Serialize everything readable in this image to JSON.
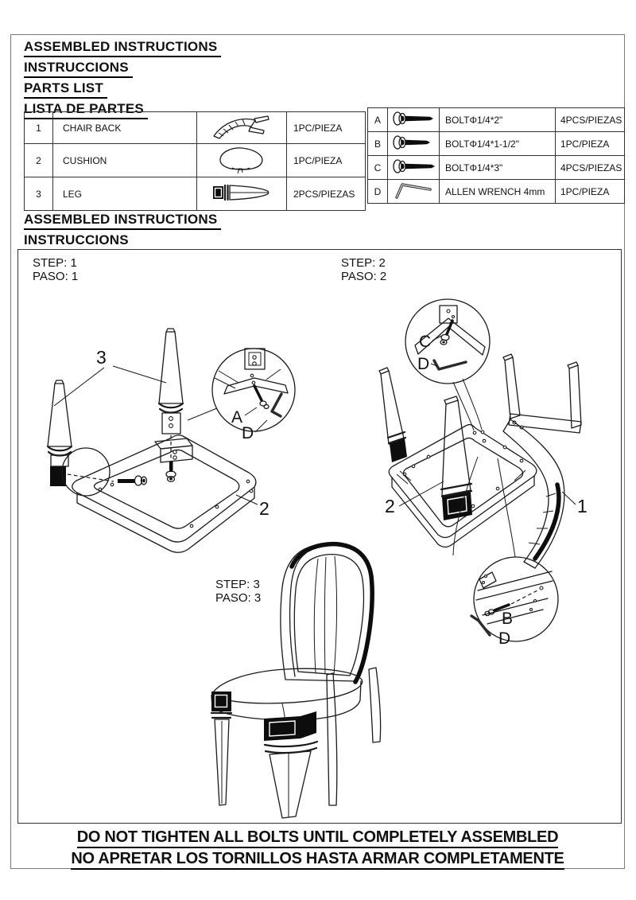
{
  "header": {
    "title_en": "ASSEMBLED INSTRUCTIONS",
    "title_es": "INSTRUCCIONS",
    "parts_list_en": "PARTS LIST",
    "parts_list_es": "LISTA DE PARTES"
  },
  "parts_table": {
    "rows": [
      {
        "num": "1",
        "name": "CHAIR BACK",
        "icon": "chair-back-icon",
        "qty": "1PC/PIEZA"
      },
      {
        "num": "2",
        "name": "CUSHION",
        "icon": "cushion-icon",
        "qty": "1PC/PIEZA"
      },
      {
        "num": "3",
        "name": "LEG",
        "icon": "leg-icon",
        "qty": "2PCS/PIEZAS"
      }
    ]
  },
  "hardware_table": {
    "rows": [
      {
        "letter": "A",
        "icon": "bolt-icon",
        "desc": "BOLTΦ1/4*2\"",
        "qty": "4PCS/PIEZAS"
      },
      {
        "letter": "B",
        "icon": "bolt-icon",
        "desc": "BOLTΦ1/4*1-1/2\"",
        "qty": "1PC/PIEZA"
      },
      {
        "letter": "C",
        "icon": "bolt-icon",
        "desc": "BOLTΦ1/4*3\"",
        "qty": "4PCS/PIEZAS"
      },
      {
        "letter": "D",
        "icon": "allen-wrench-icon",
        "desc": "ALLEN WRENCH 4mm",
        "qty": "1PC/PIEZA"
      }
    ]
  },
  "section2": {
    "title_en": "ASSEMBLED INSTRUCTIONS",
    "title_es": "INSTRUCCIONS"
  },
  "diagram": {
    "step1": {
      "step": "STEP: 1",
      "paso": "PASO: 1",
      "leg_label": "3",
      "seat_label": "2",
      "bolt_label": "A",
      "wrench_label": "D"
    },
    "step2": {
      "step": "STEP: 2",
      "paso": "PASO: 2",
      "seat_label": "2",
      "back_label": "1",
      "top_bolt_label": "C",
      "top_wrench_label": "D",
      "bottom_bolt_label": "B",
      "bottom_wrench_label": "D"
    },
    "step3": {
      "step": "STEP: 3",
      "paso": "PASO: 3"
    }
  },
  "warning": {
    "line1": "DO NOT TIGHTEN ALL BOLTS UNTIL COMPLETELY ASSEMBLED",
    "line2": "NO APRETAR LOS TORNILLOS HASTA ARMAR COMPLETAMENTE"
  },
  "colors": {
    "ink": "#1a1a1a",
    "accent_fill": "#0d0d0d",
    "page_border": "#7a7a7a"
  }
}
